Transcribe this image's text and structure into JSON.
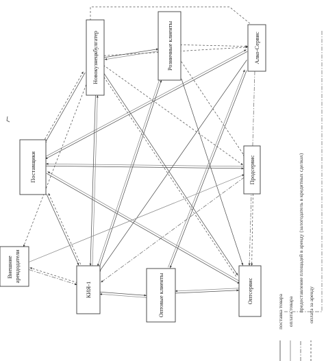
{
  "nodes": [
    {
      "id": "novokuznetsk",
      "label": "Новокузнецкбулгатер"
    },
    {
      "id": "retail",
      "label": "Розничные клиенты"
    },
    {
      "id": "alko",
      "label": "Алко-Сервис"
    },
    {
      "id": "suppliers",
      "label": "Поставщики"
    },
    {
      "id": "prodservis",
      "label": "Продсервис"
    },
    {
      "id": "landlords",
      "label": "Внешние арендодатели"
    },
    {
      "id": "kiya",
      "label": "КИЯ-1"
    },
    {
      "id": "wholesale",
      "label": "Оптовые клиенты"
    },
    {
      "id": "optservis",
      "label": "Оптсервис"
    }
  ],
  "edge_types": {
    "supply": "поставка товара",
    "payment": "оплата товара",
    "rent": "предоставление площадей в аренду (залогодатель в кредитных сделках)",
    "rentpay": "оплата за аренду"
  },
  "edges": [
    {
      "from": "novokuznetsk",
      "to": "suppliers",
      "type": "supply"
    },
    {
      "from": "suppliers",
      "to": "novokuznetsk",
      "type": "rentpay"
    },
    {
      "from": "novokuznetsk",
      "to": "retail",
      "type": "supply"
    },
    {
      "from": "retail",
      "to": "novokuznetsk",
      "type": "payment"
    },
    {
      "from": "novokuznetsk",
      "to": "alko",
      "type": "rentpay"
    },
    {
      "from": "alko",
      "to": "suppliers",
      "type": "supply"
    },
    {
      "from": "suppliers",
      "to": "alko",
      "type": "payment"
    },
    {
      "from": "suppliers",
      "to": "prodservis",
      "type": "supply"
    },
    {
      "from": "prodservis",
      "to": "suppliers",
      "type": "payment"
    },
    {
      "from": "suppliers",
      "to": "kiya",
      "type": "supply"
    },
    {
      "from": "kiya",
      "to": "suppliers",
      "type": "rentpay"
    },
    {
      "from": "suppliers",
      "to": "optservis",
      "type": "supply"
    },
    {
      "from": "optservis",
      "to": "suppliers",
      "type": "payment"
    },
    {
      "from": "landlords",
      "to": "kiya",
      "type": "rent"
    },
    {
      "from": "kiya",
      "to": "landlords",
      "type": "rentpay"
    },
    {
      "from": "kiya",
      "to": "wholesale",
      "type": "supply"
    },
    {
      "from": "wholesale",
      "to": "kiya",
      "type": "payment"
    },
    {
      "from": "wholesale",
      "to": "optservis",
      "type": "supply"
    },
    {
      "from": "optservis",
      "to": "wholesale",
      "type": "payment"
    },
    {
      "from": "retail",
      "to": "kiya",
      "type": "payment"
    },
    {
      "from": "kiya",
      "to": "retail",
      "type": "supply"
    },
    {
      "from": "retail",
      "to": "optservis",
      "type": "supply"
    },
    {
      "from": "retail",
      "to": "prodservis",
      "type": "rentpay"
    },
    {
      "from": "alko",
      "to": "wholesale",
      "type": "supply"
    },
    {
      "from": "wholesale",
      "to": "alko",
      "type": "payment"
    },
    {
      "from": "alko",
      "to": "kiya",
      "type": "supply"
    },
    {
      "from": "novokuznetsk",
      "to": "kiya",
      "type": "supply"
    },
    {
      "from": "kiya",
      "to": "novokuznetsk",
      "type": "payment"
    },
    {
      "from": "novokuznetsk",
      "to": "optservis",
      "type": "supply"
    },
    {
      "from": "optservis",
      "to": "novokuznetsk",
      "type": "rentpay"
    },
    {
      "from": "novokuznetsk",
      "to": "prodservis",
      "type": "rentpay"
    },
    {
      "from": "prodservis",
      "to": "optservis",
      "type": "rentpay"
    },
    {
      "from": "prodservis",
      "to": "kiya",
      "type": "rent"
    },
    {
      "from": "landlords",
      "to": "prodservis",
      "type": "payment"
    },
    {
      "from": "novokuznetsk",
      "to": "landlords",
      "type": "rentpay"
    },
    {
      "from": "alko",
      "to": "optservis",
      "type": "rent"
    },
    {
      "from": "retail",
      "to": "alko",
      "type": "rentpay"
    }
  ]
}
